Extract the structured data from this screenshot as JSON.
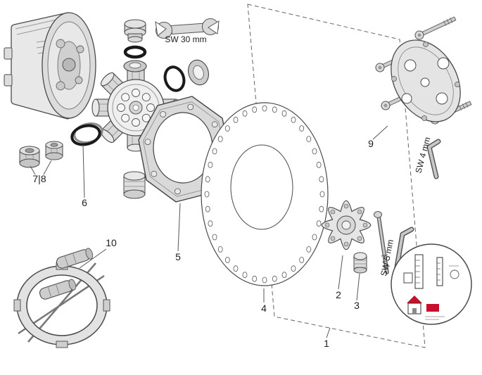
{
  "diagram": {
    "colors": {
      "accent_red": "#c8102e",
      "line": "#4a4a4a"
    },
    "tools": {
      "wrench_label": "SW 30 mm",
      "allen_key_small": "SW 4 mm",
      "allen_key_large": "SW 5 mm"
    },
    "parts": {
      "p1": "1",
      "p2": "2",
      "p3": "3",
      "p4": "4",
      "p5": "5",
      "p6": "6",
      "p7_8": "7|8",
      "p9": "9",
      "p10": "10"
    }
  }
}
